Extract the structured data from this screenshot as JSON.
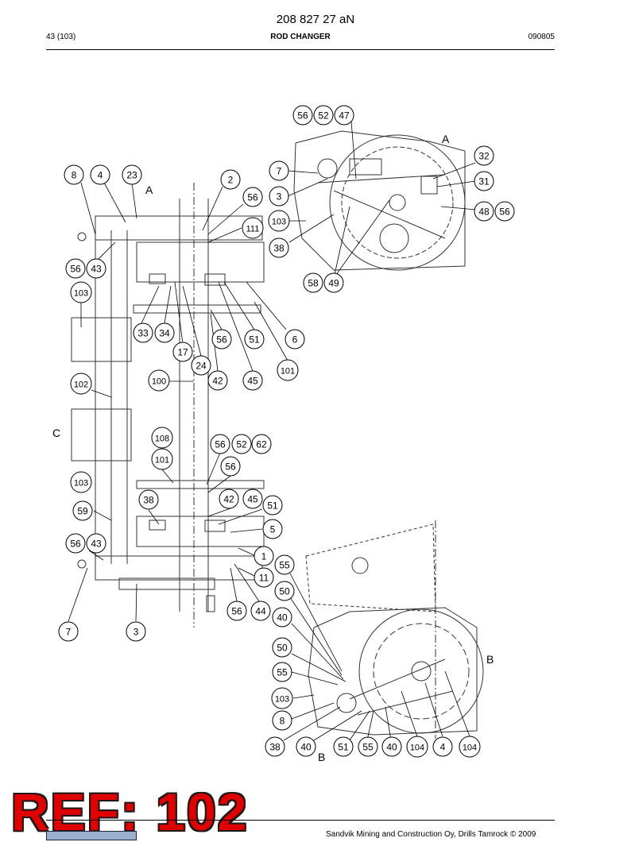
{
  "header": {
    "doc_number": "208 827 27 aN",
    "page": "43 (103)",
    "section": "ROD CHANGER",
    "date": "090805"
  },
  "stamp": "REF: 102",
  "footer": {
    "copyright": "Sandvik Mining and Construction Oy, Drills Tamrock © 2009"
  },
  "callouts": [
    "56",
    "52",
    "47",
    "7",
    "3",
    "103",
    "38",
    "58",
    "49",
    "32",
    "31",
    "48",
    "56",
    "8",
    "4",
    "23",
    "2",
    "56",
    "111",
    "56",
    "43",
    "103",
    "33",
    "34",
    "17",
    "24",
    "42",
    "56",
    "51",
    "6",
    "45",
    "101",
    "100",
    "102",
    "108",
    "101",
    "56",
    "52",
    "62",
    "56",
    "103",
    "38",
    "42",
    "45",
    "51",
    "59",
    "5",
    "56",
    "43",
    "1",
    "11",
    "55",
    "50",
    "56",
    "44",
    "40",
    "7",
    "3",
    "50",
    "55",
    "103",
    "8",
    "38",
    "40",
    "51",
    "55",
    "40",
    "104",
    "4",
    "104"
  ],
  "view_labels": [
    "A",
    "A",
    "B",
    "B",
    "C"
  ]
}
